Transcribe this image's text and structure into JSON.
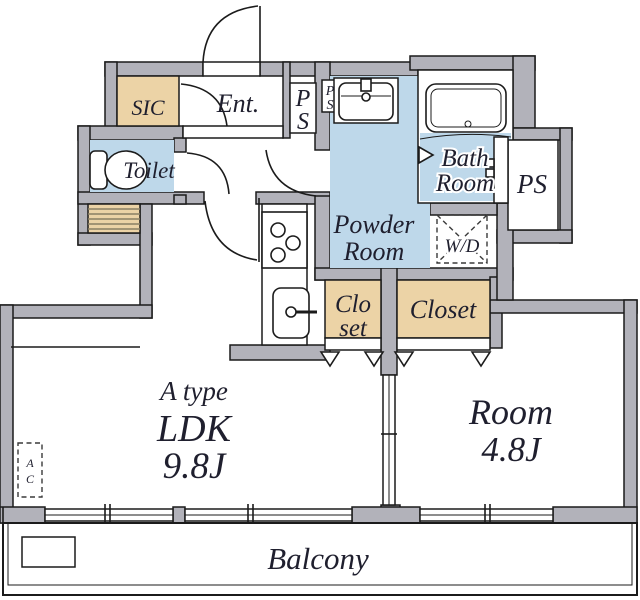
{
  "plan": {
    "type_title": "A type",
    "rooms": {
      "sic": "SIC",
      "entrance": "Ent.",
      "ps_top": {
        "line1": "P",
        "line2": "S"
      },
      "ps_small": {
        "line1": "P",
        "line2": "S"
      },
      "toilet": "Toilet",
      "bath": {
        "line1": "Bath",
        "line2": "Room"
      },
      "ps_right": "PS",
      "powder": {
        "line1": "Powder",
        "line2": "Room"
      },
      "washer_dryer": "W/D",
      "closet_left": {
        "line1": "Clo",
        "line2": "set"
      },
      "closet_right": "Closet",
      "ldk": {
        "name": "LDK",
        "size": "9.8J"
      },
      "room": {
        "name": "Room",
        "size": "4.8J"
      },
      "balcony": "Balcony",
      "ac": {
        "line1": "A",
        "line2": "C"
      }
    },
    "colors": {
      "wall": "#b2b2ba",
      "wet_area_fill": "#bed8ea",
      "storage_fill": "#ecd3a6",
      "outline": "#1b1b1b",
      "text": "#1f1f2e"
    }
  }
}
